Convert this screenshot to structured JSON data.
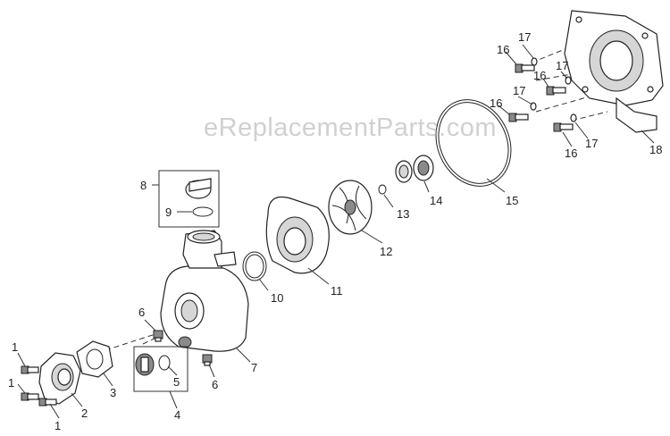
{
  "watermark": "eReplacementParts.com",
  "callouts": [
    "1",
    "1",
    "1",
    "2",
    "3",
    "4",
    "5",
    "6",
    "6",
    "7",
    "8",
    "9",
    "10",
    "11",
    "12",
    "13",
    "14",
    "15",
    "16",
    "16",
    "16",
    "17",
    "17",
    "17",
    "17",
    "18"
  ]
}
